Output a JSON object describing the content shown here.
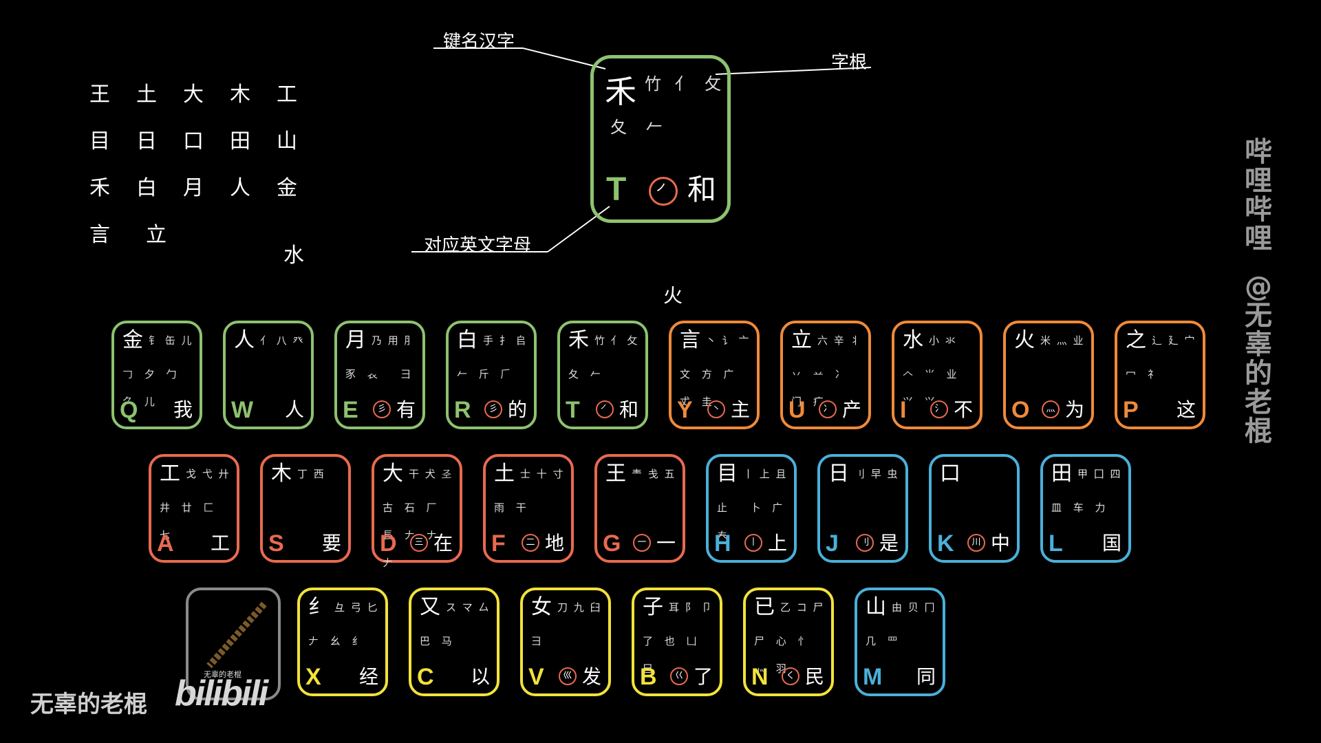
{
  "grid": [
    "王",
    "土",
    "大",
    "木",
    "工",
    "目",
    "日",
    "口",
    "田",
    "山",
    "禾",
    "白",
    "月",
    "人",
    "金",
    "言",
    "立",
    "水"
  ],
  "annotations": {
    "key_name": "键名汉字",
    "roots": "字根",
    "letter": "对应英文字母"
  },
  "fire_label": "火",
  "example_key": {
    "root": "禾",
    "subs": "竹 亻 攵",
    "subs2": "夂 𠂉",
    "letter": "T",
    "stroke": "㇒",
    "word": "和"
  },
  "colors": {
    "green": "#8dc26f",
    "orange": "#f08a3a",
    "red": "#e86a4f",
    "blue": "#4ab0d9",
    "yellow": "#f2e23a",
    "gray": "#8a8a8a"
  },
  "rows": [
    [
      {
        "root": "金",
        "subs": "钅 缶 儿",
        "subs2": "𠃌 夕 勹 ⺈ 儿",
        "letter": "Q",
        "stroke": "",
        "word": "我",
        "color": "green"
      },
      {
        "root": "人",
        "subs": "亻 八 癶",
        "subs2": "",
        "letter": "W",
        "stroke": "",
        "word": "人",
        "color": "green"
      },
      {
        "root": "月",
        "subs": "乃 用 ⺼",
        "subs2": "豕 𧘇 𠂋 ⺕",
        "letter": "E",
        "stroke": "彡",
        "word": "有",
        "color": "green"
      },
      {
        "root": "白",
        "subs": "手 扌 𠂤",
        "subs2": "𠂉 斤 𠂆",
        "letter": "R",
        "stroke": "彡",
        "word": "的",
        "color": "green"
      },
      {
        "root": "禾",
        "subs": "竹 亻 攵",
        "subs2": "夂 𠂉",
        "letter": "T",
        "stroke": "㇒",
        "word": "和",
        "color": "green"
      },
      {
        "root": "言",
        "subs": "丶 讠 亠",
        "subs2": "文 方 广 𠀋 圭",
        "letter": "Y",
        "stroke": "丶",
        "word": "主",
        "color": "orange"
      },
      {
        "root": "立",
        "subs": "六 辛 丬",
        "subs2": "丷 䒑 冫 门 疒",
        "letter": "U",
        "stroke": "冫",
        "word": "产",
        "color": "orange"
      },
      {
        "root": "水",
        "subs": "小 氺 𡭔",
        "subs2": "𠆢 ⺌ 业 ⺍ 𭕄",
        "letter": "I",
        "stroke": "氵",
        "word": "不",
        "color": "orange"
      },
      {
        "root": "火",
        "subs": "米 灬 业",
        "subs2": "",
        "letter": "O",
        "stroke": "灬",
        "word": "为",
        "color": "orange"
      },
      {
        "root": "之",
        "subs": "辶 廴 宀",
        "subs2": "冖 礻",
        "letter": "P",
        "stroke": "",
        "word": "这",
        "color": "orange"
      }
    ],
    [
      {
        "root": "工",
        "subs": "戈 弋 廾",
        "subs2": "井 廿 匚 七",
        "letter": "A",
        "stroke": "",
        "word": "工",
        "color": "red"
      },
      {
        "root": "木",
        "subs": "丁 西",
        "subs2": "",
        "letter": "S",
        "stroke": "",
        "word": "要",
        "color": "red"
      },
      {
        "root": "大",
        "subs": "干 犬 𢀖",
        "subs2": "古 石 厂 镸 𠂇 ナ 𠂇",
        "letter": "D",
        "stroke": "三",
        "word": "在",
        "color": "red"
      },
      {
        "root": "土",
        "subs": "士 十 寸",
        "subs2": "雨 干",
        "letter": "F",
        "stroke": "二",
        "word": "地",
        "color": "red"
      },
      {
        "root": "王",
        "subs": "龶 戋 五",
        "subs2": "",
        "letter": "G",
        "stroke": "一",
        "word": "一",
        "color": "red"
      },
      {
        "root": "目",
        "subs": "丨 上 且",
        "subs2": "止 𤓰 卜 广 𡗗",
        "letter": "H",
        "stroke": "丨",
        "word": "上",
        "color": "blue"
      },
      {
        "root": "日",
        "subs": "刂 早 虫",
        "subs2": "",
        "letter": "J",
        "stroke": "刂",
        "word": "是",
        "color": "blue"
      },
      {
        "root": "口",
        "subs": "",
        "subs2": "",
        "letter": "K",
        "stroke": "川",
        "word": "中",
        "color": "blue"
      },
      {
        "root": "田",
        "subs": "甲 囗 四",
        "subs2": "皿 车 力",
        "letter": "L",
        "stroke": "",
        "word": "国",
        "color": "blue"
      }
    ],
    [
      {
        "root": "纟",
        "subs": "彑 弓 匕",
        "subs2": "𠂇 幺 纟",
        "letter": "X",
        "stroke": "",
        "word": "经",
        "color": "yellow"
      },
      {
        "root": "又",
        "subs": "ス マ 厶",
        "subs2": "巴 马",
        "letter": "C",
        "stroke": "",
        "word": "以",
        "color": "yellow"
      },
      {
        "root": "女",
        "subs": "刀 九 臼",
        "subs2": "彐",
        "letter": "V",
        "stroke": "巛",
        "word": "发",
        "color": "yellow"
      },
      {
        "root": "子",
        "subs": "耳 阝 卩",
        "subs2": "了 也 凵 巳",
        "letter": "B",
        "stroke": "巜",
        "word": "了",
        "color": "yellow"
      },
      {
        "root": "已",
        "subs": "乙 コ 尸",
        "subs2": "尸 心 忄 ⺗ 羽",
        "letter": "N",
        "stroke": "く",
        "word": "民",
        "color": "yellow"
      },
      {
        "root": "山",
        "subs": "由 贝 冂",
        "subs2": "几 罒",
        "letter": "M",
        "stroke": "",
        "word": "同",
        "color": "blue"
      }
    ]
  ],
  "avatar_caption": "无辜的老棍",
  "watermark_right": [
    "哔",
    "哩",
    "哔",
    "哩",
    "@",
    "无",
    "辜",
    "的",
    "老",
    "棍"
  ],
  "watermark_bottom": "无辜的老棍",
  "bili_logo": "bilibili"
}
